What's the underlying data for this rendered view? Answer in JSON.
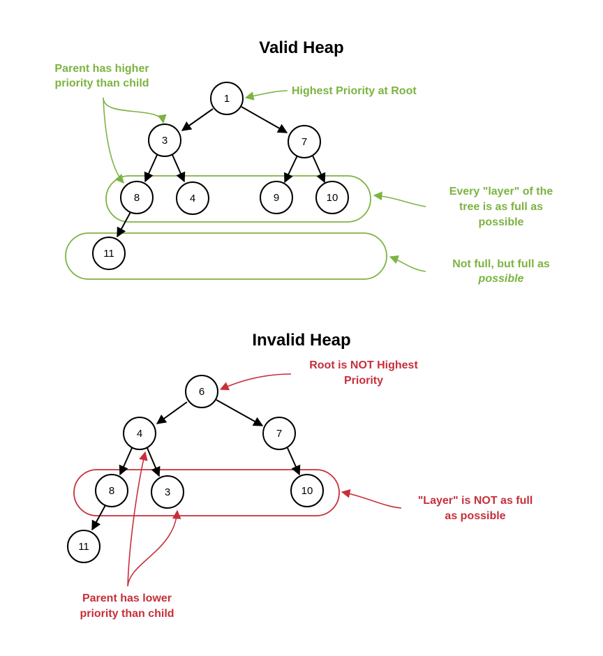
{
  "valid": {
    "title": "Valid Heap",
    "nodes": [
      "1",
      "3",
      "7",
      "8",
      "4",
      "9",
      "10",
      "11"
    ],
    "notes": {
      "parent_line1": "Parent has higher",
      "parent_line2": "priority than child",
      "root": "Highest Priority at Root",
      "layer_line1": "Every \"layer\" of the",
      "layer_line2": "tree is as full as",
      "layer_line3": "possible",
      "notfull_line1": "Not full, but full as",
      "notfull_line2": "possible"
    },
    "color": "#7cb342"
  },
  "invalid": {
    "title": "Invalid Heap",
    "nodes": [
      "6",
      "4",
      "7",
      "8",
      "3",
      "10",
      "11"
    ],
    "notes": {
      "root_line1": "Root is NOT Highest",
      "root_line2": "Priority",
      "layer_line1": "\"Layer\" is NOT as full",
      "layer_line2": "as possible",
      "parent_line1": "Parent has lower",
      "parent_line2": "priority than child"
    },
    "color": "#c62f3a"
  }
}
